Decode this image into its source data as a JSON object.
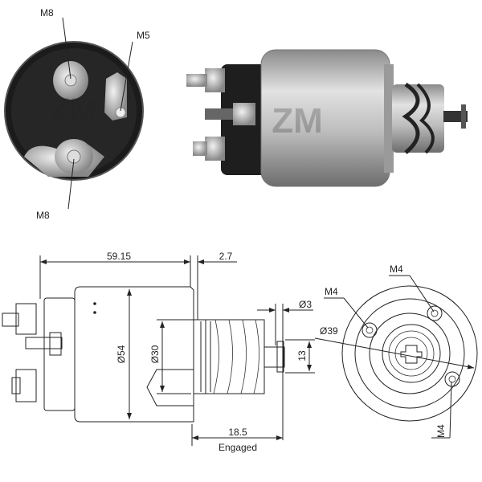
{
  "photo": {
    "rear_view_labels": {
      "top_terminal": "M8",
      "small_terminal": "M5",
      "bottom_terminal": "M8"
    },
    "watermark": "ZM"
  },
  "drawing": {
    "dimensions": {
      "overall_length": "59.15",
      "gap": "2.7",
      "pin_diameter": "Ø3",
      "flange_diameter": "Ø39",
      "body_diameter": "Ø54",
      "plunger_diameter": "Ø30",
      "pin_height": "13",
      "stroke": "18.5",
      "stroke_note": "Engaged"
    },
    "end_view_labels": {
      "hole_top": "M4",
      "hole_left": "M4",
      "hole_bottom": "M4"
    }
  }
}
